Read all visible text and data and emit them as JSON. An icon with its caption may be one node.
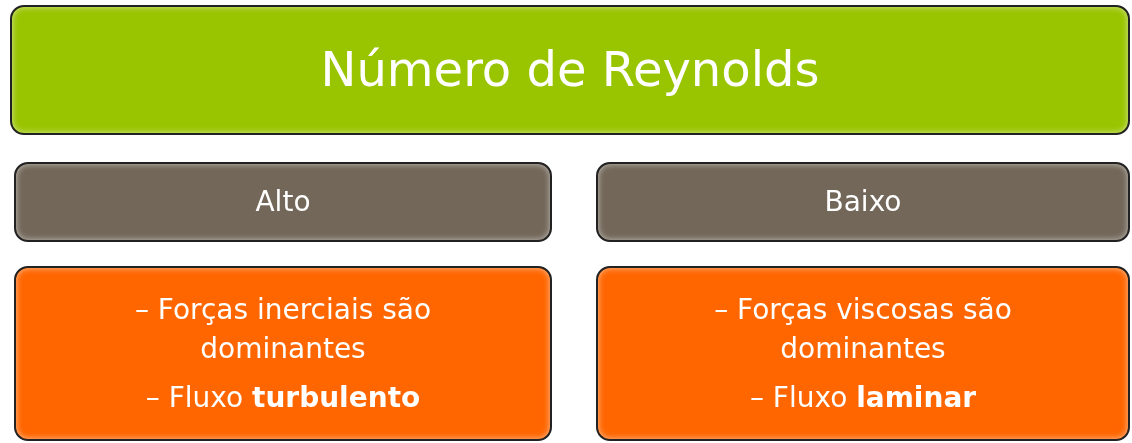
{
  "diagram": {
    "nodes": [
      {
        "text": [
          "Número de Reynolds"
        ]
      },
      {
        "text": [
          "Alto"
        ]
      },
      {
        "text": [
          "Baixo"
        ]
      },
      {
        "text": [
          "– Forças inerciais são dominantes",
          "– Fluxo **turbulento**"
        ]
      },
      {
        "text": [
          "– Forças viscosas são dominantes",
          "– Fluxo **laminar**"
        ]
      }
    ]
  }
}
